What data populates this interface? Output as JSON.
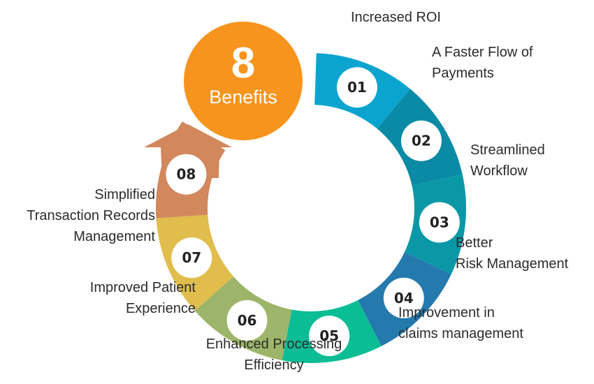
{
  "center": {
    "number": "8",
    "label": "Benefits",
    "color": "#f7941d"
  },
  "arrow_color": "#d2875c",
  "segments": [
    {
      "num": "01",
      "color": "#0aa4cf",
      "label": [
        "Increased ROI"
      ]
    },
    {
      "num": "02",
      "color": "#0a8aa5",
      "label": [
        "A Faster Flow of",
        "Payments"
      ]
    },
    {
      "num": "03",
      "color": "#0a98a7",
      "label": [
        "Streamlined",
        "Workflow"
      ]
    },
    {
      "num": "04",
      "color": "#2479ad",
      "label": [
        "Better",
        "Risk Management"
      ]
    },
    {
      "num": "05",
      "color": "#0bbd95",
      "label": [
        "Improvement in",
        "claims management"
      ]
    },
    {
      "num": "06",
      "color": "#9db56a",
      "label": [
        "Enhanced Processing",
        "Efficiency"
      ]
    },
    {
      "num": "07",
      "color": "#e0bd4c",
      "label": [
        "Improved Patient",
        "Experience"
      ]
    },
    {
      "num": "08",
      "color": "#d2875c",
      "label": [
        "Simplified",
        "Transaction Records",
        "Management"
      ]
    }
  ]
}
